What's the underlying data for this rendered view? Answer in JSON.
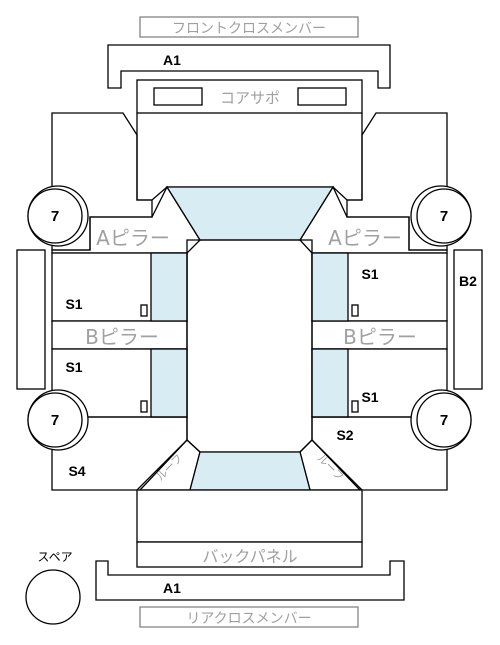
{
  "labels": {
    "front_cross_member": "フロントクロスメンバー",
    "rear_cross_member": "リアクロスメンバー",
    "core_support": "コアサポ",
    "a_pillar": "Aピラー",
    "b_pillar": "Bピラー",
    "back_panel": "バックパネル",
    "spare": "スペア",
    "cross_member_code": "A1",
    "roof_side_code": "B2",
    "s1": "S1",
    "s2": "S2",
    "s4": "S4",
    "wheel_code": "7",
    "fender_mark": "ルーフ"
  },
  "colors": {
    "glass": "#d7ecf3",
    "gray_text": "#a0a0a0",
    "line": "#000000"
  }
}
